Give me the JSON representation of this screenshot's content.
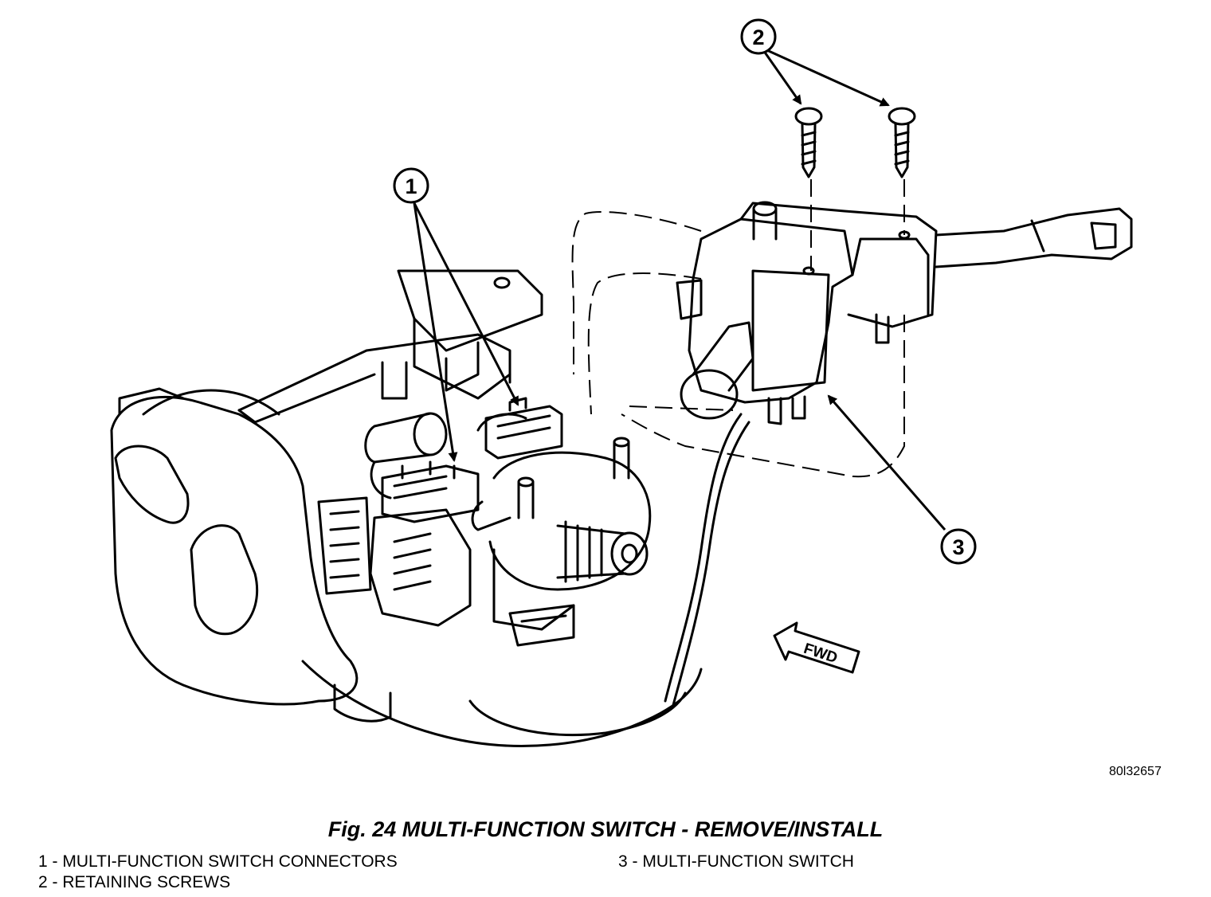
{
  "callouts": [
    {
      "number": "1",
      "text": "MULTI-FUNCTION SWITCH CONNECTORS"
    },
    {
      "number": "2",
      "text": "RETAINING SCREWS"
    },
    {
      "number": "3",
      "text": "MULTI-FUNCTION SWITCH"
    }
  ],
  "direction_label": "FWD",
  "figure_id": "80l32657",
  "caption": "Fig. 24 MULTI-FUNCTION SWITCH - REMOVE/INSTALL",
  "legend": [
    "1 - MULTI-FUNCTION SWITCH CONNECTORS",
    "2 - RETAINING SCREWS",
    "3 - MULTI-FUNCTION SWITCH"
  ],
  "colors": {
    "line": "#000000",
    "background": "#ffffff"
  }
}
